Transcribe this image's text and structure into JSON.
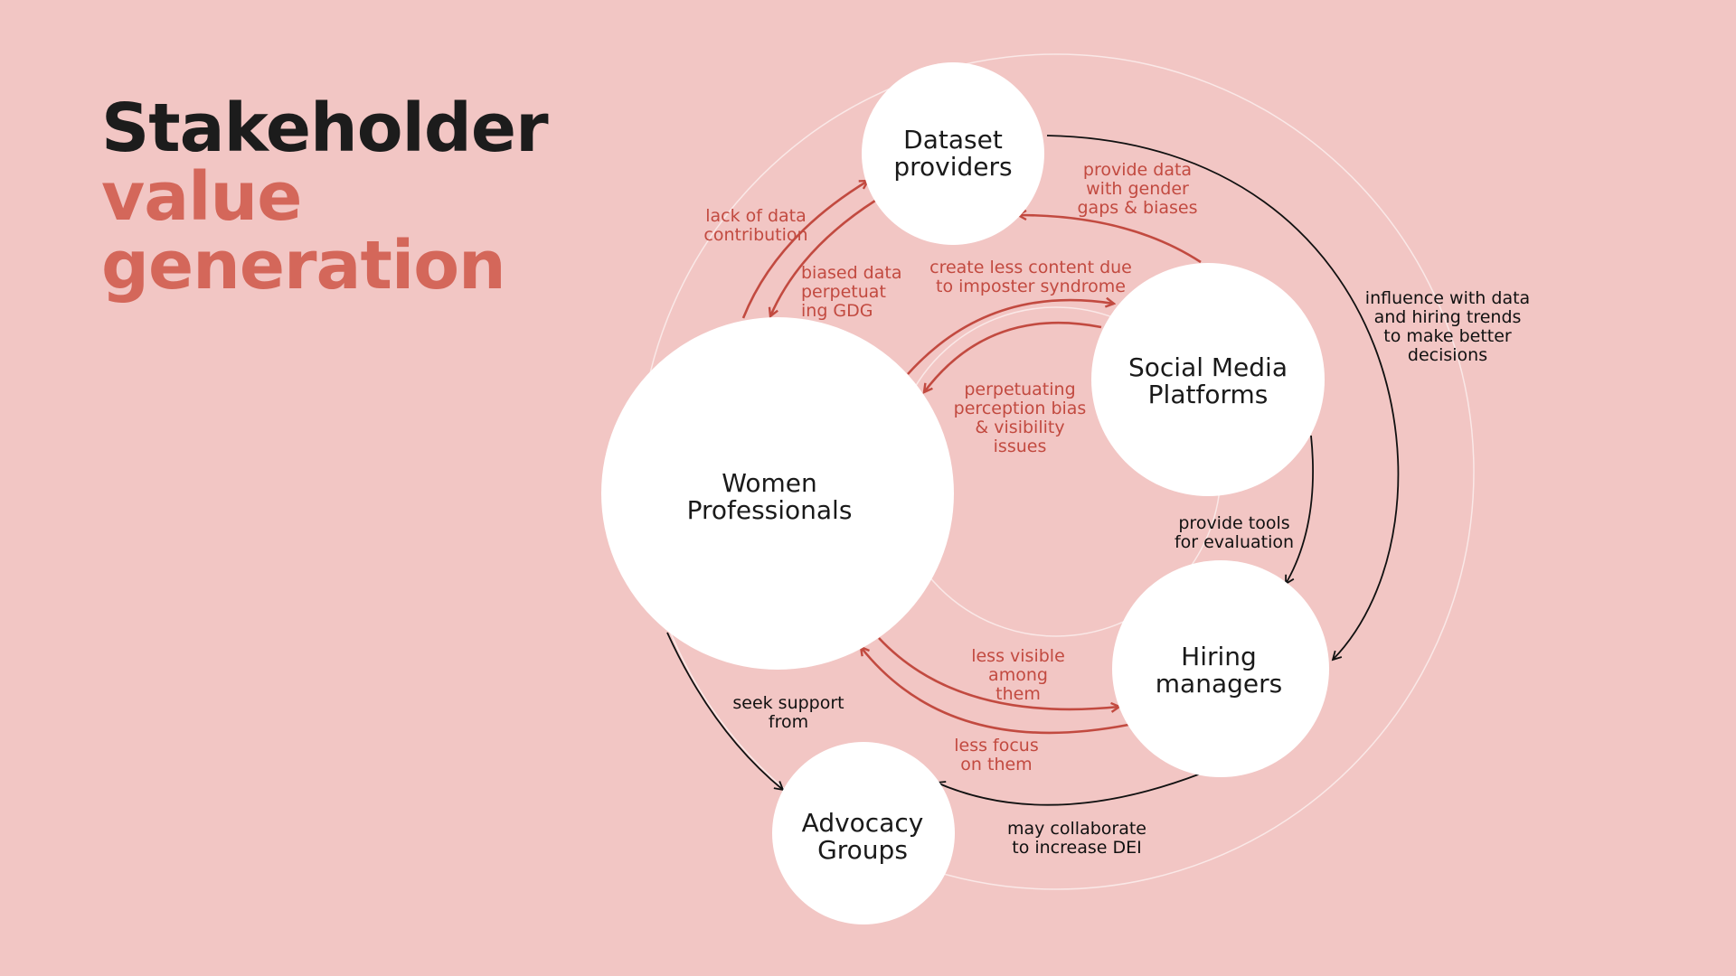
{
  "title": {
    "line1": "Stakeholder",
    "line2": "value",
    "line3": "generation"
  },
  "colors": {
    "background": "#f2c6c4",
    "accent": "#d4675a",
    "negative_arrow": "#c24a40",
    "neutral_arrow": "#111111",
    "node_fill": "#ffffff"
  },
  "nodes": {
    "dataset": [
      "Dataset",
      "providers"
    ],
    "social": [
      "Social Media",
      "Platforms"
    ],
    "women": [
      "Women",
      "Professionals"
    ],
    "hiring": [
      "Hiring",
      "managers"
    ],
    "advocacy": [
      "Advocacy",
      "Groups"
    ]
  },
  "edges": {
    "lack_of_data": [
      "lack of data",
      "contribution"
    ],
    "biased_data": [
      "biased data",
      "perpetuat",
      "ing GDG"
    ],
    "provide_data": [
      "provide data",
      "with gender",
      "gaps & biases"
    ],
    "create_less_content": [
      "create less content due",
      "to imposter syndrome"
    ],
    "perpetuating_bias": [
      "perpetuating",
      "perception bias",
      "& visibility",
      "issues"
    ],
    "influence": [
      "influence with data",
      "and hiring trends",
      "to make better",
      "decisions"
    ],
    "provide_tools": [
      "provide tools",
      "for evaluation"
    ],
    "less_visible": [
      "less visible",
      "among",
      "them"
    ],
    "less_focus": [
      "less focus",
      "on them"
    ],
    "seek_support": [
      "seek support",
      "from"
    ],
    "may_collaborate": [
      "may collaborate",
      "to increase DEI"
    ]
  }
}
